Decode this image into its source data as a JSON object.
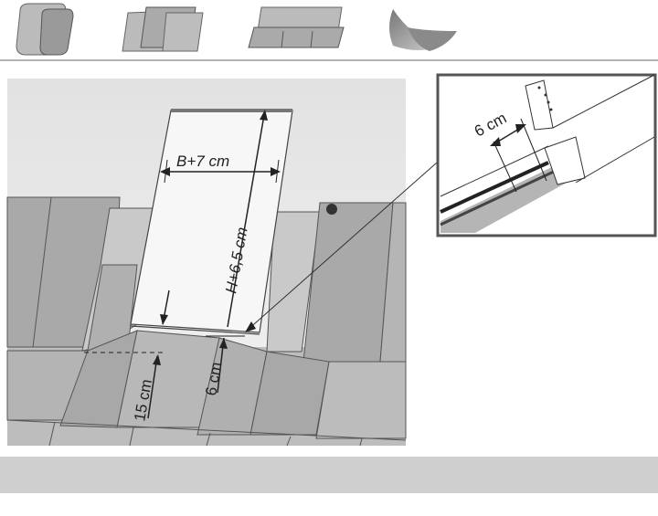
{
  "diagram": {
    "top_icons": [
      "round-shingle-icon",
      "rectangular-shingle-icon",
      "slotted-shingle-icon",
      "wood-shake-icon"
    ],
    "labels": {
      "width": "B+7 cm",
      "height": "H+6,5 cm",
      "bottom_gap": "6 cm",
      "overlap": "15 cm",
      "inset_gap": "6 cm"
    },
    "colors": {
      "shingle": "#a9a9a9",
      "shingle_light": "#c4c4c4",
      "background": "#e4e4e4",
      "bar": "#cfcfcf"
    }
  }
}
